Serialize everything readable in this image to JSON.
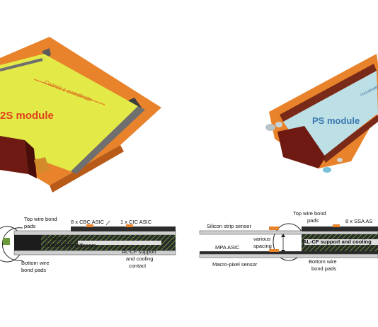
{
  "modules": {
    "twos": {
      "title": "2S module",
      "axis_label": "Coarse z coordinate"
    },
    "ps": {
      "title": "PS module",
      "axis_label": "coordinate"
    }
  },
  "cross_section_2s": {
    "top_pads": "Top wire bond",
    "top_pads_2": "pads",
    "cbc": "8 x CBC ASIC",
    "cic": "1 x CIC ASIC",
    "spacer": "Spacer",
    "stiffeners": "Carbon fibre stiffeners",
    "support": "AL-CF support",
    "support_2": "and cooling",
    "support_3": "contact",
    "bottom_pads": "Bottom wire",
    "bottom_pads_2": "bond pads"
  },
  "cross_section_ps": {
    "strip_sensor": "Silicon strip sensor",
    "top_pads": "Top wire bond",
    "top_pads_2": "pads",
    "ssa": "8 x SSA AS",
    "various": "various",
    "spacing": "spacing",
    "support": "AL-CF support and cooling",
    "mpa": "MPA ASIC",
    "macro": "Macro-pixel sensor",
    "bottom_pads": "Bottom wire",
    "bottom_pads_2": "bond pads"
  }
}
